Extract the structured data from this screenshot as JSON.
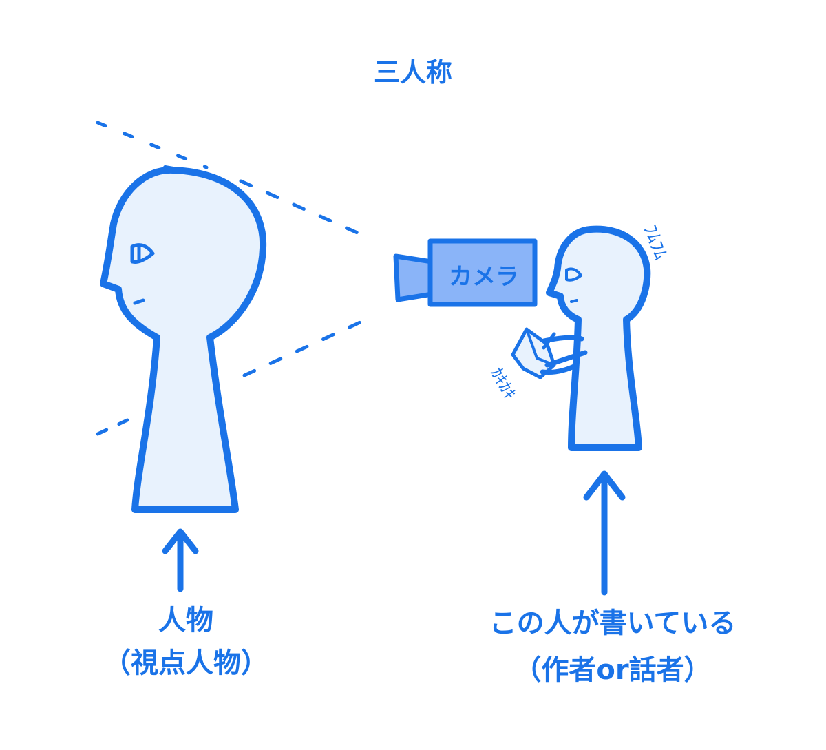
{
  "title": "三人称",
  "camera_label": "カメラ",
  "left_figure": {
    "line1": "人物",
    "line2": "（視点人物）"
  },
  "right_figure": {
    "line1": "この人が書いている",
    "line2": "（作者or話者）"
  },
  "scribbles": {
    "near_head": "ﾌﾑﾌﾑ",
    "near_book": "ｶｷｶｷ"
  },
  "colors": {
    "stroke": "#1a73e8",
    "figure_fill": "#e8f2fd",
    "camera_fill": "#8ab4f8"
  }
}
